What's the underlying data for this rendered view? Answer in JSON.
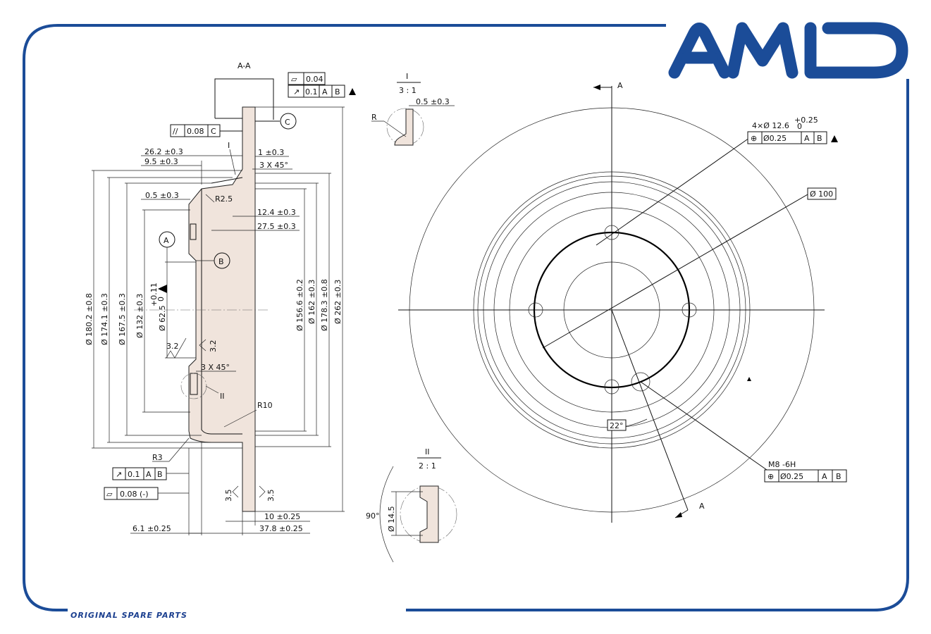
{
  "brand": {
    "logo": "AMD",
    "slogan": "ORIGINAL SPARE PARTS",
    "color": "#1b4c98"
  },
  "section": {
    "title": "A-A",
    "datum_a": "A",
    "datum_b": "B",
    "datum_c": "C",
    "tol_flat": "0.04",
    "tol_runout_top": [
      "0.1",
      "A",
      "B"
    ],
    "tol_parallel": [
      "0.08",
      "C"
    ],
    "tol_runout_bottom": [
      "0.1",
      "A",
      "B"
    ],
    "tol_flat_bottom": "0.08  (-)",
    "detail_mark_1": "I",
    "detail_mark_2": "II",
    "dims": {
      "d_26_2": "26.2  ±0.3",
      "d_9_5": "9.5  ±0.3",
      "d_0_5": "0.5  ±0.3",
      "d_1": "1  ±0.3",
      "d_3x45_top": "3  X 45°",
      "d_r2_5": "R2.5",
      "d_12_4": "12.4  ±0.3",
      "d_27_5": "27.5  ±0.3",
      "d_180_2": "Ø 180.2  ±0.8",
      "d_174_1": "Ø 174.1  ±0.3",
      "d_167_5": "Ø 167.5  ±0.3",
      "d_132": "Ø 132  ±0.3",
      "d_62_5": "Ø 62.5",
      "d_62_5_tol_up": "+0.11",
      "d_62_5_tol_lo": "0",
      "d_156_6": "Ø 156.6  ±0.2",
      "d_162": "Ø 162  ±0.3",
      "d_178_3": "Ø 178.3  ±0.8",
      "d_262": "Ø 262  ±0.3",
      "rough_1": "3.2",
      "rough_2": "3.2",
      "d_3x45_mid": "3  X 45°",
      "d_r10": "R10",
      "d_r3": "R3",
      "rough_3": "3.5",
      "rough_4": "3.5",
      "d_10": "10  ±0.25",
      "d_37_8": "37.8  ±0.25",
      "d_6_1": "6.1  ±0.25"
    }
  },
  "detail_1": {
    "label": "I",
    "scale": "3 : 1",
    "r_label": "R",
    "dim": "0.5  ±0.3"
  },
  "detail_2": {
    "label": "II",
    "scale": "2 : 1",
    "angle": "90°",
    "dia": "Ø 14.5"
  },
  "plan": {
    "section_mark_top": "A",
    "section_mark_bottom": "A",
    "holes_callout": "4×Ø 12.6",
    "holes_tol_up": "+0.25",
    "holes_tol_lo": "0",
    "holes_position": [
      "Ø0.25",
      "A",
      "B"
    ],
    "pcd": "Ø 100",
    "angle": "22°",
    "thread": "M8  -6H",
    "thread_position": [
      "Ø0.25",
      "A",
      "B"
    ]
  }
}
